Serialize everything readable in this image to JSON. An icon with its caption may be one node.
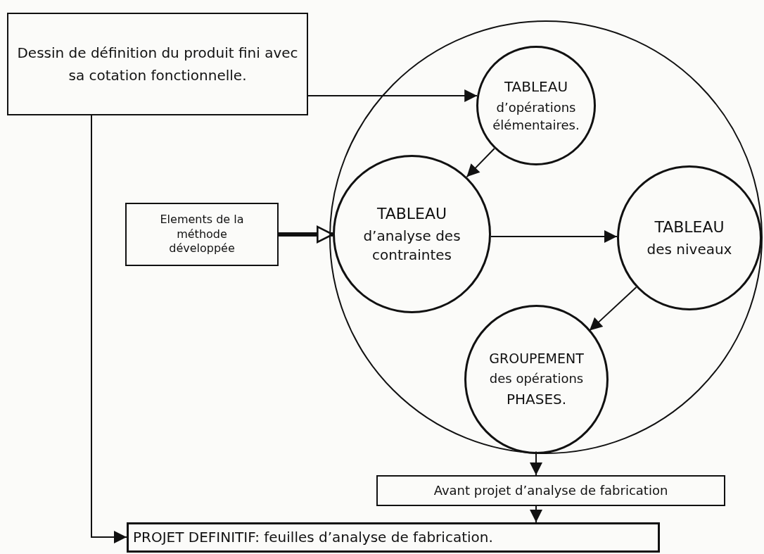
{
  "diagram": {
    "nodes": [
      {
        "text": [
          "Dessin de définition du produit fini avec sa cotation fonctionnelle."
        ]
      },
      {
        "text": [],
        "shape": "circle"
      },
      {
        "text": [
          "TABLEAU",
          "d’opérations élémentaires."
        ],
        "in": 1
      },
      {
        "text": [
          "Elements de la méthode développée"
        ]
      },
      {
        "text": [
          "TABLEAU",
          "d’analyse des contraintes"
        ],
        "in": 1
      },
      {
        "text": [
          "TABLEAU",
          "des niveaux"
        ],
        "in": 1
      },
      {
        "text": [
          "GROUPEMENT",
          "des opérations",
          "PHASES."
        ],
        "in": 1
      },
      {
        "text": [
          "Avant projet d’analyse de fabrication"
        ]
      },
      {
        "text": [
          "PROJET DEFINITIF: feuilles d’analyse de fabrication."
        ]
      }
    ],
    "edges": [
      {
        "from": 0,
        "to": 2,
        "arrow": "to"
      },
      {
        "from": 2,
        "to": 4,
        "arrow": "to"
      },
      {
        "from": 3,
        "to": 4,
        "arrow": "to",
        "style": "thick"
      },
      {
        "from": 4,
        "to": 5,
        "arrow": "to"
      },
      {
        "from": 5,
        "to": 6,
        "arrow": "to"
      },
      {
        "from": 6,
        "to": 7,
        "arrow": "to"
      },
      {
        "from": 7,
        "to": 8,
        "arrow": "to"
      },
      {
        "from": 0,
        "to": 8,
        "arrow": "to"
      }
    ]
  }
}
